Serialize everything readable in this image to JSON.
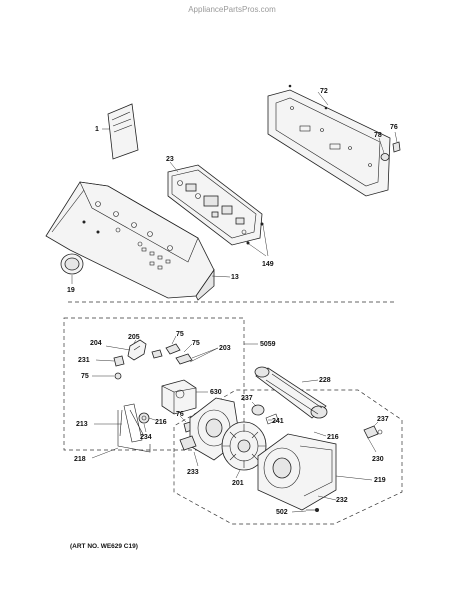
{
  "watermark": "AppliancePartsPros.com",
  "art_number": "(ART NO. WE629 C19)",
  "callouts": {
    "c1": "1",
    "c72": "72",
    "c78": "78",
    "c76": "76",
    "c23": "23",
    "c149": "149",
    "c13": "13",
    "c19": "19",
    "c204": "204",
    "c205": "205",
    "c75a": "75",
    "c75b": "75",
    "c203": "203",
    "c5059": "5059",
    "c231": "231",
    "c75c": "75",
    "c630": "630",
    "c228": "228",
    "c237a": "237",
    "c241": "241",
    "c76b": "76",
    "c213": "213",
    "c216a": "216",
    "c234": "234",
    "c216b": "216",
    "c237b": "237",
    "c230": "230",
    "c218": "218",
    "c233": "233",
    "c201": "201",
    "c219": "219",
    "c232": "232",
    "c502": "502"
  }
}
